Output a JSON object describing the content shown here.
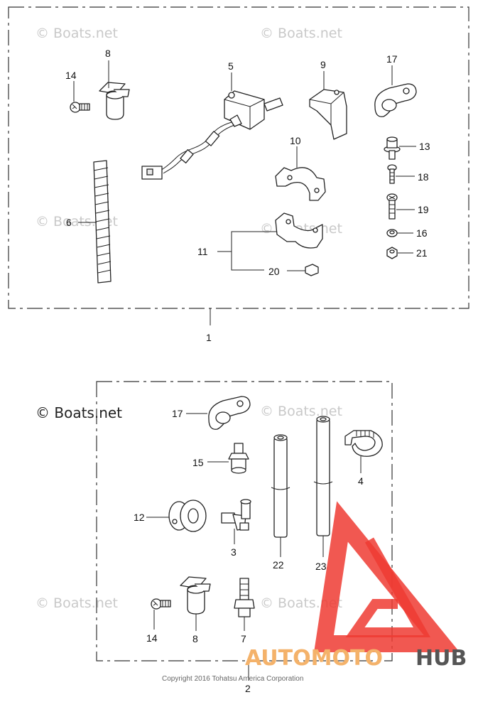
{
  "watermarks": {
    "text": "© Boats.net",
    "prominent": "© Boats.net"
  },
  "group1": {
    "label": "1",
    "callouts": {
      "p14": "14",
      "p8": "8",
      "p5": "5",
      "p9": "9",
      "p17": "17",
      "p13": "13",
      "p18": "18",
      "p10": "10",
      "p19": "19",
      "p6": "6",
      "p16": "16",
      "p11": "11",
      "p21": "21",
      "p20": "20"
    }
  },
  "group2": {
    "label": "2",
    "callouts": {
      "p17": "17",
      "p15": "15",
      "p4": "4",
      "p12": "12",
      "p3": "3",
      "p22": "22",
      "p23": "23",
      "p14": "14",
      "p8": "8",
      "p7": "7"
    }
  },
  "copyright": "Copyright 2016 Tohatsu America Corporation",
  "logo": {
    "part1": "AUTOMOTO",
    "part2": "HUB",
    "triangle_color": "#ee3b33",
    "accent_color": "#f4b26a",
    "text_color": "#555555"
  }
}
